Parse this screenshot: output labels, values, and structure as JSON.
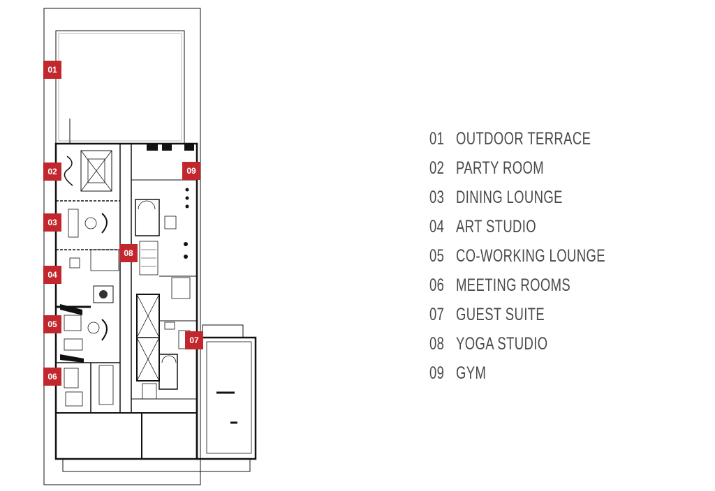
{
  "colors": {
    "badge": "#c1272d",
    "legend_text": "#4a4a4a",
    "plan_line": "#111111"
  },
  "rooms": [
    {
      "num": "01",
      "label": "OUTDOOR TERRACE"
    },
    {
      "num": "02",
      "label": "PARTY ROOM"
    },
    {
      "num": "03",
      "label": "DINING LOUNGE"
    },
    {
      "num": "04",
      "label": "ART STUDIO"
    },
    {
      "num": "05",
      "label": "CO-WORKING LOUNGE"
    },
    {
      "num": "06",
      "label": "MEETING ROOMS"
    },
    {
      "num": "07",
      "label": "GUEST SUITE"
    },
    {
      "num": "08",
      "label": "YOGA STUDIO"
    },
    {
      "num": "09",
      "label": "GYM"
    }
  ]
}
